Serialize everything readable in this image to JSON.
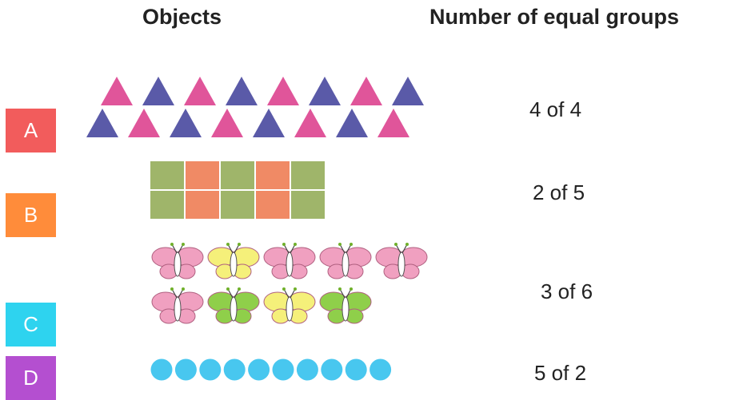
{
  "headers": {
    "objects": "Objects",
    "groups": "Number of equal groups"
  },
  "options": [
    {
      "label": "A",
      "color": "#f25c5c"
    },
    {
      "label": "B",
      "color": "#ff8c3a"
    },
    {
      "label": "C",
      "color": "#2ed3ef"
    },
    {
      "label": "D",
      "color": "#b44fd0"
    }
  ],
  "rows": [
    {
      "objects": "triangles",
      "text": "4 of 4"
    },
    {
      "objects": "squares",
      "text": "2 of 5"
    },
    {
      "objects": "butterflies",
      "text": "3 of 6"
    },
    {
      "objects": "circles",
      "text": "5 of 2"
    }
  ],
  "colors": {
    "pink": "#e0559a",
    "purple": "#5a5aa8",
    "green_square": "#9fb56a",
    "orange_square": "#f08a65",
    "circle": "#48c7ef",
    "butterfly_pink": "#f0a0c0",
    "butterfly_yellow": "#f5f07a",
    "butterfly_green": "#8fcf4a"
  }
}
